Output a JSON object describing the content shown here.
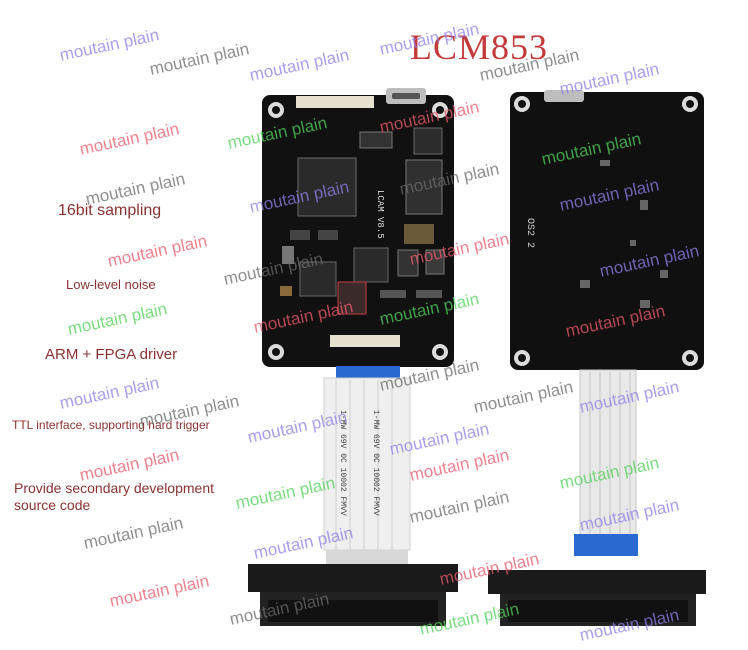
{
  "title": "LCM853",
  "features": [
    "16bit sampling",
    "Low-level noise",
    "ARM + FPGA driver",
    "TTL interface, supporting hard trigger",
    "Provide secondary development",
    "source code"
  ],
  "board_silkscreen": {
    "front_label": "LCAM V8.5",
    "back_label": "OS2 2",
    "cable_text": "1-MW 69V 0C 10002 FMVV"
  },
  "watermark_text": "moutain plain",
  "colors": {
    "title": "#c23a3a",
    "feature_text": "#8a3232",
    "pcb": "#111111",
    "cable": "#e8e8e8",
    "ribbon_stiffener": "#2a6ad0"
  }
}
